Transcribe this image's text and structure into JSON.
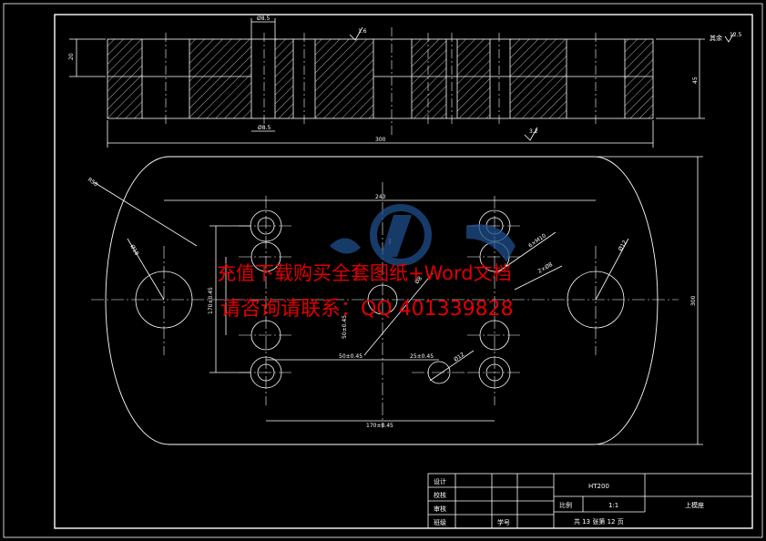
{
  "drawing": {
    "dims": {
      "top_width": "300",
      "top_slot": "Ø8.5",
      "bottom_slot": "Ø8.5",
      "left_height": "20",
      "right_height": "45",
      "plan_length": "240",
      "hole_row_span": "170±0.45",
      "bottom_center_span": "50±0.45",
      "right_center_span": "25±0.45",
      "vertical_span_left": "170±0.45",
      "vertical_span_mid": "50±0.45",
      "plan_width": "300",
      "corner_radius": "R50",
      "big_hole": "Ø18",
      "big_hole_right": "Ø12",
      "hole_note_1": "6×M10",
      "hole_note_2": "2×Ø8",
      "center_hole": "Ø8",
      "small_hole": "Ø12"
    },
    "roughness": {
      "top_corner": "其余",
      "top_corner_value": "12.5",
      "mid_mark": "1.6",
      "right_mark": "3.2"
    }
  },
  "watermark": {
    "line1": "充值下载购买全套图纸+Word文档",
    "line2": "请咨询请联系：QQ 401339828"
  },
  "title_block": {
    "material": "HT200",
    "part_name": "上模座",
    "scale_label": "比例",
    "scale_value": "1:1",
    "sheet_info": "共 13 张第 12 页",
    "row_labels": [
      "设计",
      "校核",
      "审核",
      "班级"
    ],
    "student_no_label": "学号"
  },
  "colors": {
    "background": "#000000",
    "line": "#ffffff",
    "watermark": "#e00000",
    "logo": "#1f4f8c"
  }
}
